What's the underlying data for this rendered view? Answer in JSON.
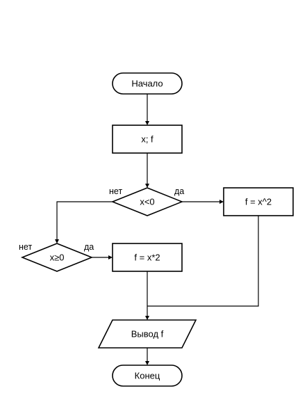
{
  "nodes": {
    "start": "Начало",
    "input": "x; f",
    "cond1": "x<0",
    "assign_pos": "f = x^2",
    "cond2": "x≥0",
    "assign_neg": "f = x*2",
    "output": "Вывод f",
    "end": "Конец"
  },
  "labels": {
    "cond1_no": "нет",
    "cond1_yes": "да",
    "cond2_no": "нет",
    "cond2_yes": "да"
  }
}
